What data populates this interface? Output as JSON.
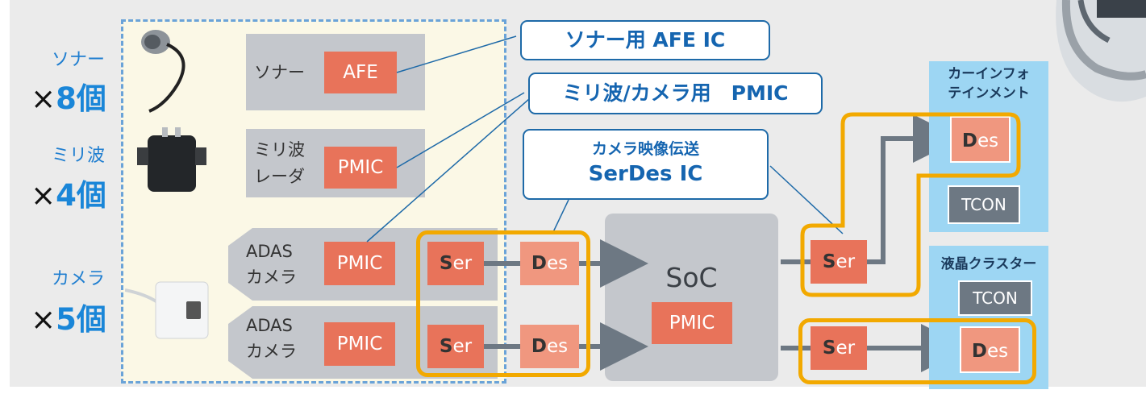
{
  "counts": [
    {
      "label": "ソナー",
      "times": "×",
      "num": "8",
      "unit": "個"
    },
    {
      "label": "ミリ波",
      "times": "×",
      "num": "4",
      "unit": "個"
    },
    {
      "label": "カメラ",
      "times": "×",
      "num": "5",
      "unit": "個"
    }
  ],
  "sensors": {
    "sonar": "ソナー",
    "radar_line1": "ミリ波",
    "radar_line2": "レーダ",
    "cam1_line1": "ADAS",
    "cam1_line2": "カメラ",
    "cam2_line1": "ADAS",
    "cam2_line2": "カメラ"
  },
  "chips": {
    "afe": "AFE",
    "pmic": "PMIC",
    "ser_initial": "S",
    "ser_rest": "er",
    "des_initial": "D",
    "des_rest": "es",
    "tcon": "TCON"
  },
  "callouts": {
    "sonar_afe": "ソナー用 AFE IC",
    "pmic": "ミリ波/カメラ用　PMIC",
    "serdes_line1": "カメラ映像伝送",
    "serdes_line2": "SerDes IC"
  },
  "soc": {
    "label": "SoC",
    "pmic": "PMIC"
  },
  "infotainment": {
    "line1": "カーインフォ",
    "line2": "テインメント"
  },
  "cluster": {
    "label": "液晶クラスター"
  },
  "colors": {
    "accent_blue": "#1565b0",
    "chip_orange": "#e8735a",
    "highlight": "#f2a900",
    "display_blue": "#9dd6f3"
  }
}
